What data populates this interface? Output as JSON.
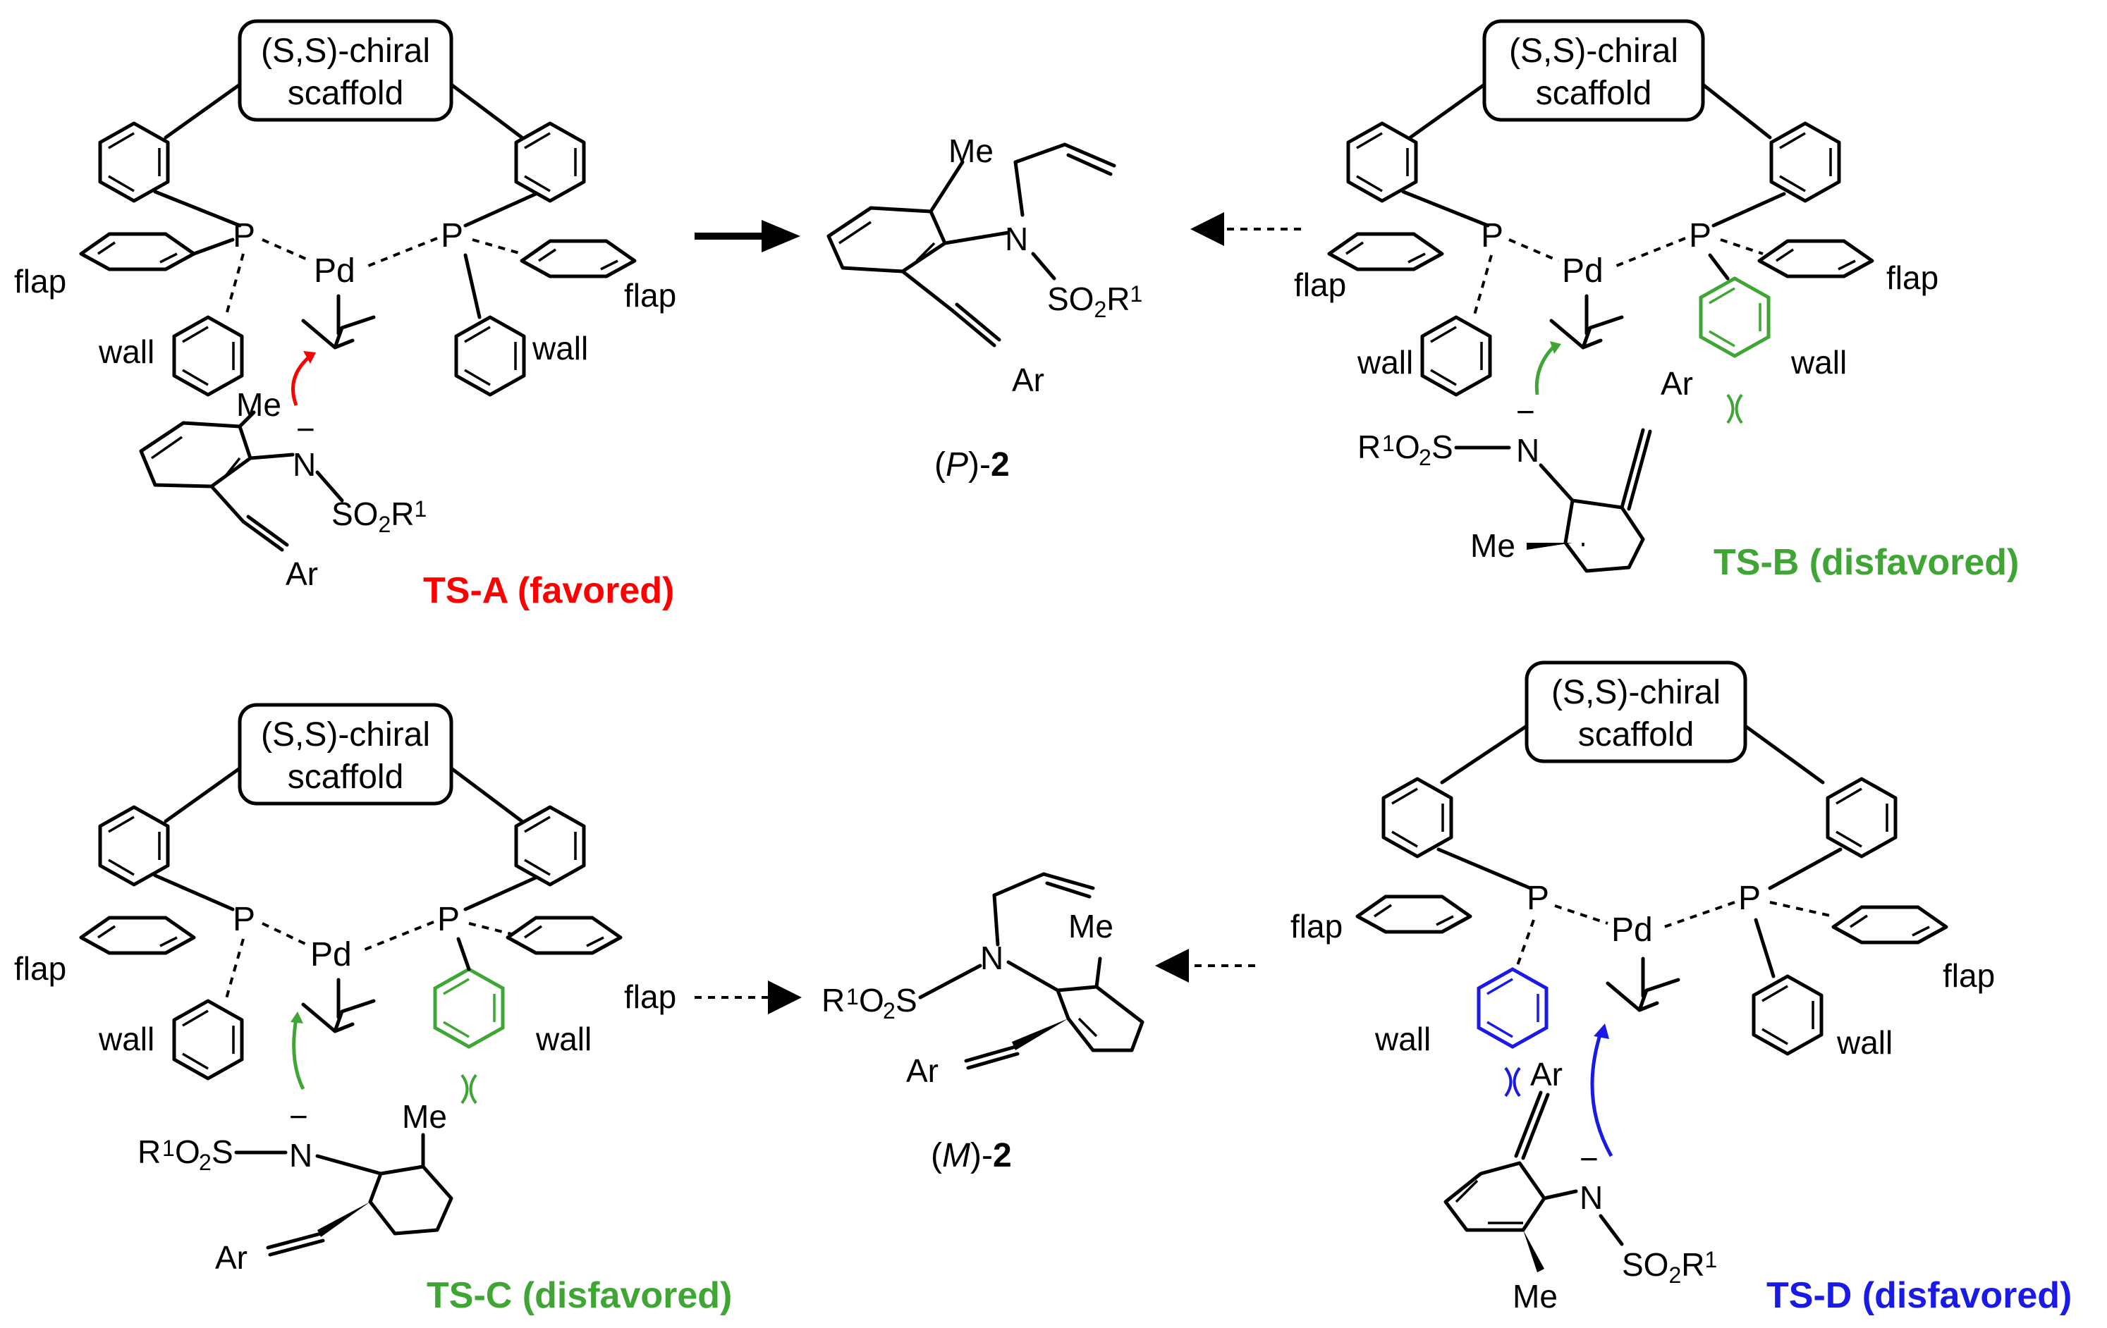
{
  "labels": {
    "chiral_line1": "(S,S)-chiral",
    "chiral_line2": "scaffold",
    "flap": "flap",
    "wall": "wall",
    "P": "P",
    "Pd": "Pd",
    "Me": "Me",
    "N": "N",
    "Ar": "Ar",
    "so2r": "SO",
    "r1o2s": "R",
    "minus": "−"
  },
  "ts": {
    "a": "TS-A (favored)",
    "b": "TS-B (disfavored)",
    "c": "TS-C (disfavored)",
    "d": "TS-D (disfavored)"
  },
  "products": {
    "p_prefix": "(",
    "p_letter": "P",
    "p_suffix": ")-",
    "p_num": "2",
    "m_letter": "M"
  },
  "colors": {
    "ts_a": "#ff0000",
    "ts_b": "#3fa535",
    "ts_c": "#3fa535",
    "ts_d": "#1a1ae6"
  }
}
